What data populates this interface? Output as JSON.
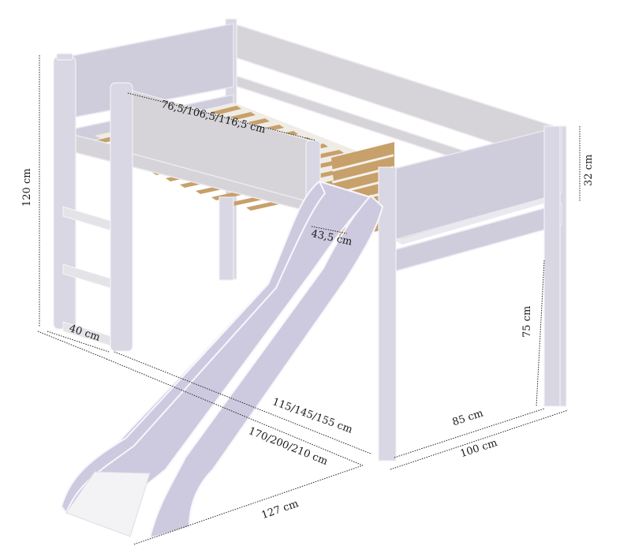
{
  "diagram": {
    "subject": "Mid-sleeper bed with slide and ladder",
    "colors": {
      "frame": "#cfccdc",
      "panel": "#d6d4d8",
      "slats": "#c7a06a",
      "slide_surface": "#f3f3f5",
      "dimension_line": "#222222",
      "background": "#ffffff"
    },
    "dimensions": {
      "total_height": "120 cm",
      "guard_height": "32 cm",
      "underbed_clearance": "75 cm",
      "ladder_width": "40 cm",
      "slide_width": "43,5 cm",
      "guard_opening": "76,5/106,5/116,5 cm",
      "inner_width": "85 cm",
      "outer_width": "100 cm",
      "slide_projection": "115/145/155 cm",
      "bed_length": "170/200/210 cm",
      "slide_length": "127 cm"
    }
  }
}
